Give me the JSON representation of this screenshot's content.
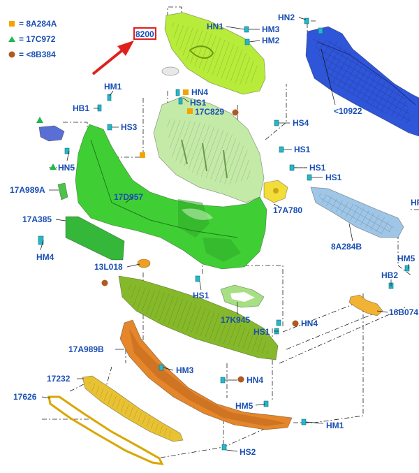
{
  "legend": [
    {
      "marker": "square",
      "color": "#f5a300",
      "text": "= 8A284A"
    },
    {
      "marker": "triangle",
      "color": "#1fb84a",
      "text": "= 17C972"
    },
    {
      "marker": "circle",
      "color": "#b05a1e",
      "text": "= <8B384"
    }
  ],
  "highlight": {
    "text": "8200",
    "box_color": "#e0201c",
    "arrow_color": "#e0201c"
  },
  "labels": {
    "hn1": "HN1",
    "hm3_top": "HM3",
    "hm2": "HM2",
    "hn2": "HN2",
    "r10922": "<10922",
    "hm1_top": "HM1",
    "hb1": "HB1",
    "hn4_top": "HN4",
    "hs1_a": "HS1",
    "c17c829": "17C829",
    "hs3": "HS3",
    "hs4": "HS4",
    "hs1_b": "HS1",
    "hn5": "HN5",
    "hs1_c": "HS1",
    "hs1_d": "HS1",
    "c17a989a": "17A989A",
    "c17d957": "17D957",
    "c17a780": "17A780",
    "c17a385": "17A385",
    "c8a284b": "8A284B",
    "hm4": "HM4",
    "c13l018": "13L018",
    "hm5": "HM5",
    "hb2": "HB2",
    "c16b074": "16B074",
    "hs1_e": "HS1",
    "c17k945": "17K945",
    "hn4_mid": "HN4",
    "hs1_f": "HS1",
    "c17a989b": "17A989B",
    "hm3_bot": "HM3",
    "hn4_bot": "HN4",
    "c17232": "17232",
    "c17626": "17626",
    "hm5_bot": "HM5",
    "hm1_bot": "HM1",
    "hs2": "HS2",
    "hp_partial": "HP"
  },
  "colors": {
    "grille_upper": "#b7ec3a",
    "reinforcement": "#2f55d9",
    "grille_carrier": "#c4eaa8",
    "bumper_cover": "#3fcf35",
    "energy_absorber": "#9fc6e6",
    "lower_shield": "#86b92a",
    "lower_valance": "#e5862a",
    "lower_grille": "#e8c233",
    "bracket": "#f2b233",
    "fastener": "#27b6c8",
    "label": "#1a4fb4"
  }
}
